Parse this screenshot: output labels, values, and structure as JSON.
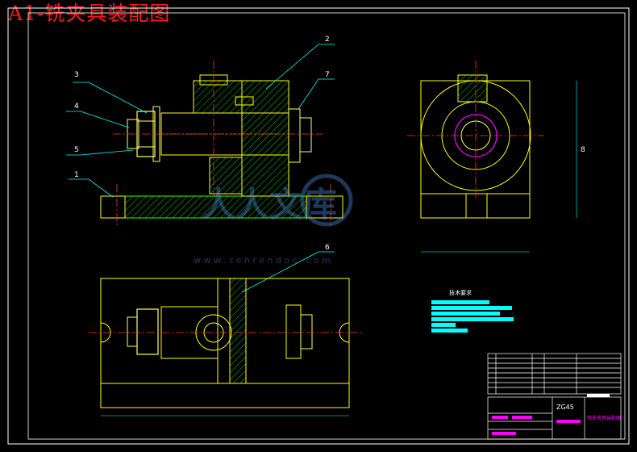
{
  "page_title": "A1-铣夹具装配图",
  "part_labels": [
    "1",
    "2",
    "3",
    "4",
    "5",
    "6",
    "7",
    "8"
  ],
  "tech_req_heading": "技术要求",
  "material": "ZG45",
  "drawing_name": "铣床夹具装配图",
  "watermark": {
    "brand": "人人文库",
    "url": "w w w . r e n r e n d o c . c o m"
  },
  "colors": {
    "background": "#000000",
    "outline": "#ffff00",
    "section": "#00ff00",
    "center": "#ff3333",
    "dimension": "#00ffff",
    "frame": "#ffffff",
    "label": "#ffffff",
    "bolt": "#ffff66",
    "tech_bar": "#00ffff",
    "title_magenta": "#ff00ff"
  }
}
